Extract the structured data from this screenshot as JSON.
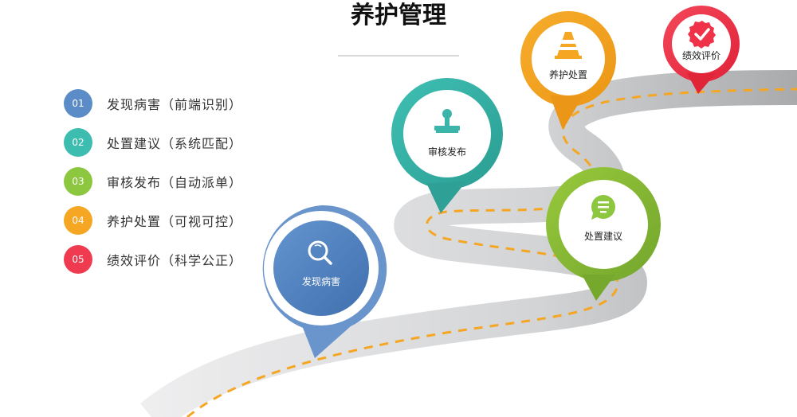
{
  "title": "养护管理",
  "legend": [
    {
      "num": "01",
      "label": "发现病害（前端识别）",
      "color": "#5b8cc7"
    },
    {
      "num": "02",
      "label": "处置建议（系统匹配）",
      "color": "#3dbcb0"
    },
    {
      "num": "03",
      "label": "审核发布（自动派单）",
      "color": "#8dc63f"
    },
    {
      "num": "04",
      "label": "养护处置（可视可控）",
      "color": "#f5a623"
    },
    {
      "num": "05",
      "label": "绩效评价（科学公正）",
      "color": "#f03a50"
    }
  ],
  "pins": [
    {
      "label": "发现病害",
      "icon": "magnifier-icon",
      "color": "#5b8cc7"
    },
    {
      "label": "审核发布",
      "icon": "stamp-icon",
      "color": "#3bb5aa"
    },
    {
      "label": "养护处置",
      "icon": "traffic-cone-icon",
      "color": "#f5a623"
    },
    {
      "label": "绩效评价",
      "icon": "verified-badge-icon",
      "color": "#ef3247"
    },
    {
      "label": "处置建议",
      "icon": "chat-bubble-icon",
      "color": "#8dc63f"
    }
  ],
  "road": {
    "color": "#c8c9cb",
    "dash_color": "#f5a623"
  }
}
